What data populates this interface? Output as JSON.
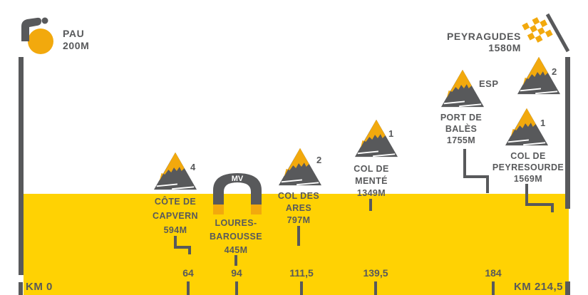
{
  "stage": {
    "start": {
      "name": "PAU",
      "altitude": "200M"
    },
    "finish": {
      "name": "PEYRAGUDES",
      "altitude": "1580M"
    }
  },
  "climbs": [
    {
      "id": "cote-de-capvern",
      "category": "4",
      "lines": [
        "CÔTE DE",
        "CAPVERN",
        "594M"
      ]
    },
    {
      "id": "col-des-ares",
      "category": "2",
      "lines": [
        "COL DES",
        "ARES",
        "797M"
      ]
    },
    {
      "id": "col-de-mente",
      "category": "1",
      "lines": [
        "COL DE",
        "MENTÉ",
        "1349M"
      ]
    },
    {
      "id": "port-de-bales",
      "category": "ESP",
      "lines": [
        "PORT DE",
        "BALÈS",
        "1755M"
      ]
    },
    {
      "id": "col-de-peyresourde",
      "category": "1",
      "lines": [
        "COL DE",
        "PEYRESOURDE",
        "1569M"
      ]
    },
    {
      "id": "peyragudes-finish",
      "category": "2",
      "lines": []
    }
  ],
  "sprint": {
    "badge": "MV",
    "lines": [
      "LOURES-",
      "BAROUSSE",
      "445M"
    ]
  },
  "axis": {
    "start_label": "KM 0",
    "end_label": "KM 214,5",
    "ticks": [
      "64",
      "94",
      "111,5",
      "139,5",
      "184"
    ]
  },
  "colors": {
    "gray": "#58595B",
    "band_yellow": "#FFD203",
    "accent_orange": "#F2A90D",
    "white": "#FFFFFF"
  }
}
